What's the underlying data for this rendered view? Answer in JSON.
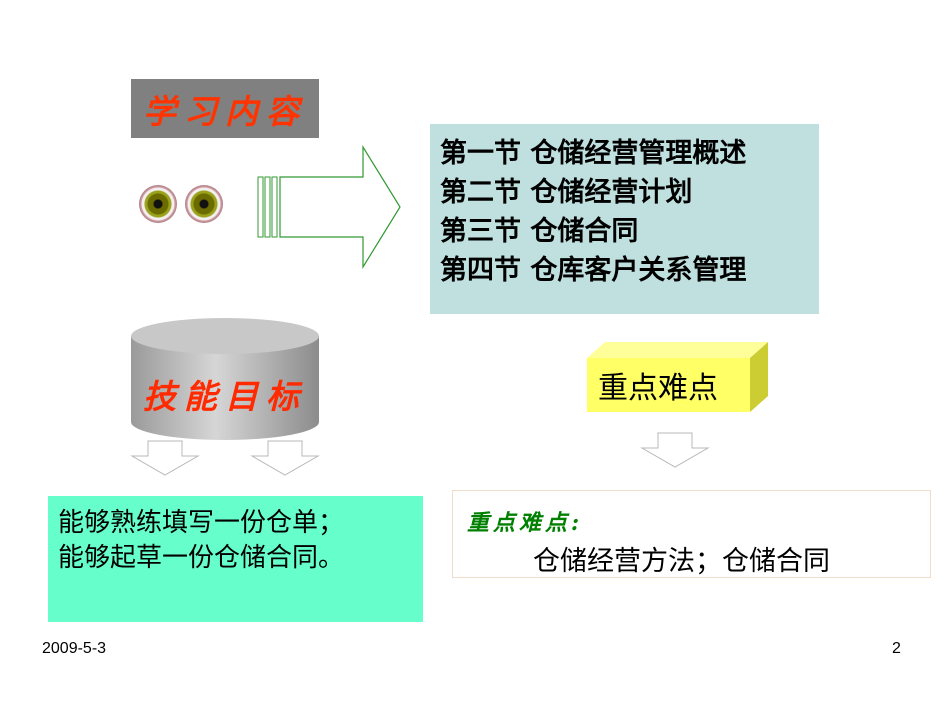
{
  "study_title": "学习内容",
  "sections": [
    "第一节 仓储经营管理概述",
    "第二节 仓储经营计划",
    "第三节 仓储合同",
    "第四节 仓库客户关系管理"
  ],
  "skill_title": "技能目标",
  "skills": [
    "能够熟练填写一份仓单；",
    "能够起草一份仓储合同。"
  ],
  "key_difficulty_label": "重点难点",
  "key_points_title": "重点难点:",
  "key_points_body": "仓储经营方法；仓储合同",
  "footer": {
    "date": "2009-5-3",
    "page": "2"
  },
  "colors": {
    "sections_bg": "#c0e0e0",
    "skills_bg": "#66ffcc",
    "title_red": "#ff3300",
    "key_green": "#008000",
    "yellow_box": "#ffff66"
  }
}
